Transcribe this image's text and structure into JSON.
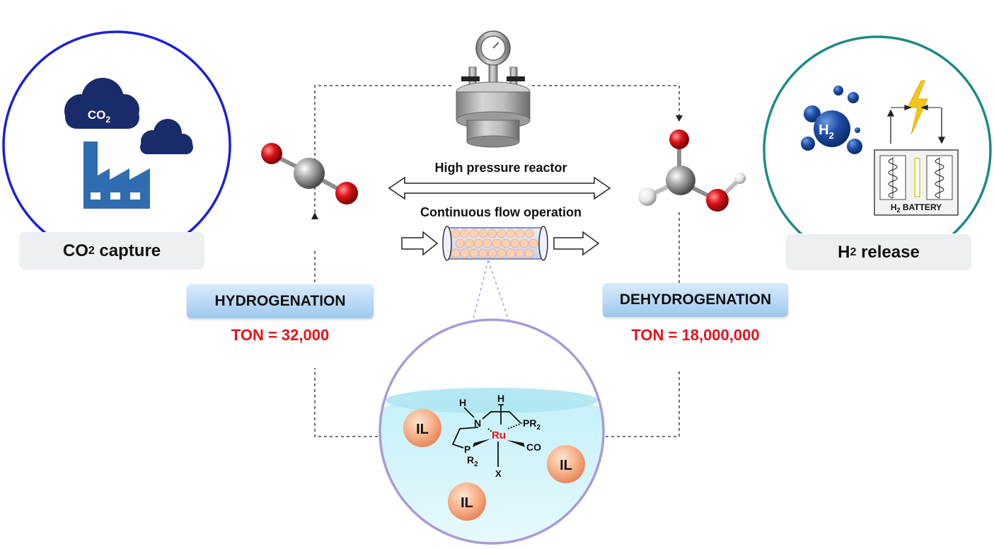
{
  "left_panel": {
    "cloud_label": "CO",
    "cloud_label_sub": "2",
    "caption_main": "CO",
    "caption_sub": "2",
    "caption_rest": " capture",
    "ring_color": "#1c1fd6"
  },
  "right_panel": {
    "bubble_label": "H",
    "bubble_label_sub": "2",
    "battery_label": "H",
    "battery_label_sub": "2",
    "battery_label_rest": " BATTERY",
    "caption_main": "H",
    "caption_sub": "2",
    "caption_rest": " release",
    "ring_color": "#1d8a86"
  },
  "center": {
    "reactor_label": "High pressure reactor",
    "flow_label": "Continuous flow operation"
  },
  "hydrogenation": {
    "label": "HYDROGENATION",
    "ton": "TON = 32,000"
  },
  "dehydrogenation": {
    "label": "DEHYDROGENATION",
    "ton": "TON = 18,000,000"
  },
  "catalyst": {
    "il_label": "IL",
    "atoms": {
      "h1": "H",
      "h2": "H",
      "n": "N",
      "ru": "Ru",
      "p": "P",
      "r2": "R",
      "r2_sub": "2",
      "pr2": "PR",
      "pr2_sub": "2",
      "co": "CO",
      "x": "X"
    },
    "ring_color": "#a99bd6"
  },
  "colors": {
    "accent_red": "#e4131b",
    "navy": "#1a2b6b",
    "factory_blue": "#2f6db0",
    "bolt_yellow": "#f5c518"
  }
}
